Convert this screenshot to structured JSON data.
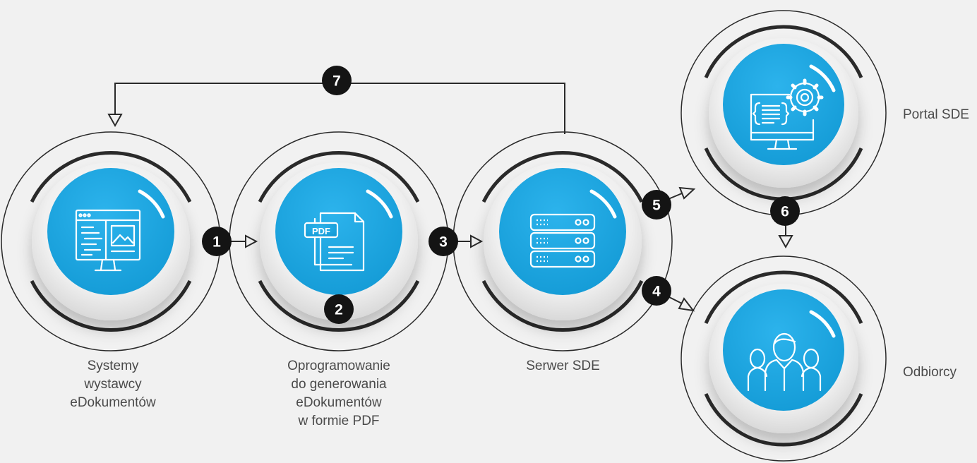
{
  "nodes": [
    {
      "id": "systems",
      "icon": "browser-monitor-icon",
      "lines": [
        "Systemy",
        "wystawcy",
        "eDokumentów"
      ]
    },
    {
      "id": "pdf-software",
      "icon": "pdf-document-icon",
      "lines": [
        "Oprogramowanie",
        "do generowania",
        "eDokumentów",
        "w formie PDF"
      ]
    },
    {
      "id": "server",
      "icon": "server-icon",
      "lines": [
        "Serwer SDE"
      ]
    },
    {
      "id": "portal",
      "icon": "code-monitor-gear-icon",
      "lines": [
        "Portal SDE"
      ]
    },
    {
      "id": "recipients",
      "icon": "people-group-icon",
      "lines": [
        "Odbiorcy"
      ]
    }
  ],
  "steps": [
    "1",
    "2",
    "3",
    "4",
    "5",
    "6",
    "7"
  ],
  "colors": {
    "background": "#f1f1f1",
    "accent": "#1ea7e1",
    "badge": "#141414",
    "ring": "#2a2a2a",
    "text": "#4a4a4a"
  }
}
